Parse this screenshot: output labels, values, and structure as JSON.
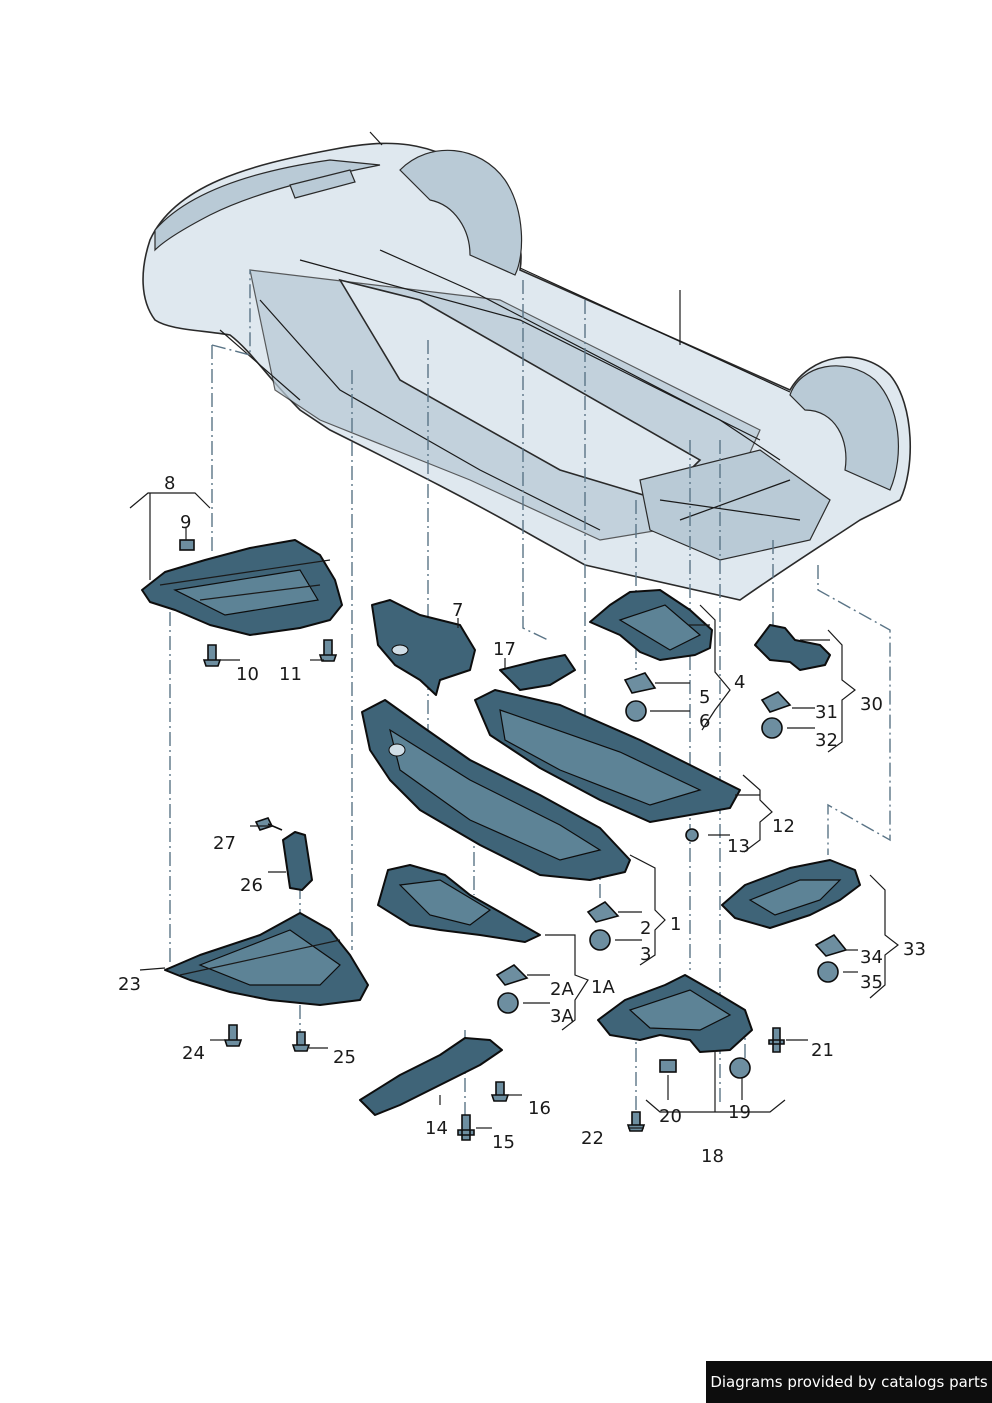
{
  "callouts": {
    "c1": "1",
    "c1a": "1A",
    "c2": "2",
    "c2a": "2A",
    "c3": "3",
    "c3a": "3A",
    "c4": "4",
    "c5": "5",
    "c6": "6",
    "c7": "7",
    "c8": "8",
    "c9": "9",
    "c10": "10",
    "c11": "11",
    "c12": "12",
    "c13": "13",
    "c14": "14",
    "c15": "15",
    "c16": "16",
    "c17": "17",
    "c18": "18",
    "c19": "19",
    "c20": "20",
    "c21": "21",
    "c22": "22",
    "c23": "23",
    "c24": "24",
    "c25": "25",
    "c26": "26",
    "c27": "27",
    "c30": "30",
    "c31": "31",
    "c32": "32",
    "c33": "33",
    "c34": "34",
    "c35": "35"
  },
  "credit": {
    "text": "Diagrams provided by catalogs parts"
  },
  "colors": {
    "part_fill": "#3f6478",
    "car_fill": "#dfe8ef",
    "background": "#ffffff"
  },
  "icons": {
    "vehicle": "car-underbody-outline",
    "clip": "clip-nut-icon",
    "screw": "screw-icon",
    "spreader": "spreader-nut-icon"
  }
}
